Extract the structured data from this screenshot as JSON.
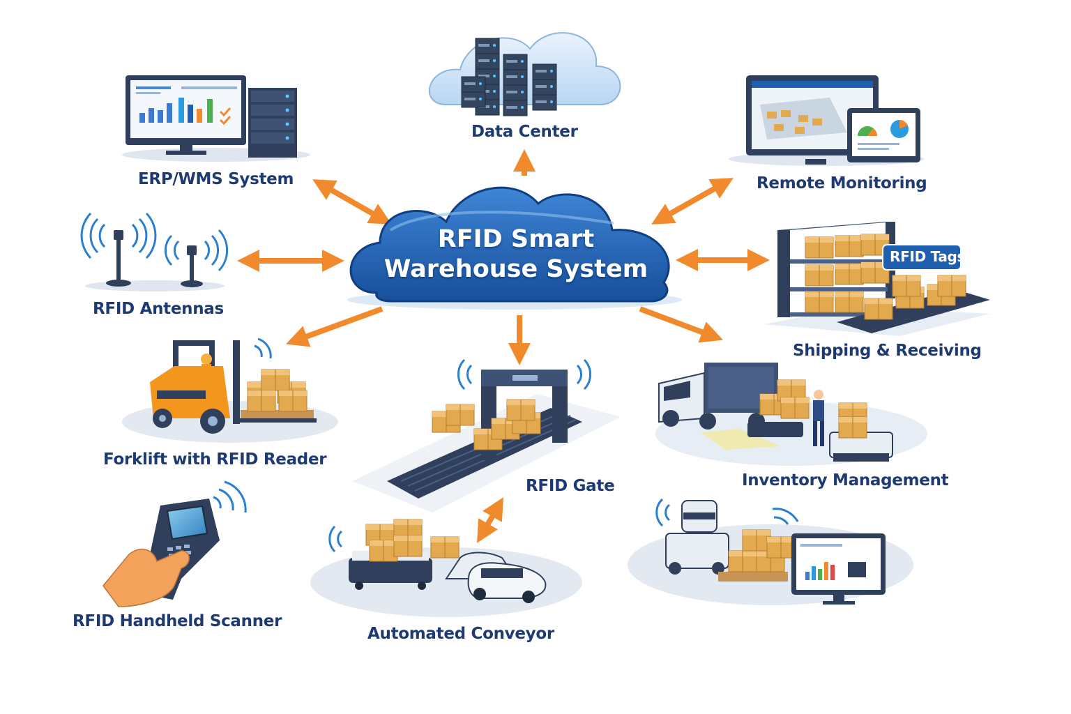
{
  "hub": {
    "line1": "RFID Smart",
    "line2": "Warehouse System"
  },
  "nodes": {
    "data_center": "Data Center",
    "erp_wms": "ERP/WMS System",
    "remote_monitoring": "Remote Monitoring",
    "rfid_antennas": "RFID Antennas",
    "shipping_receiving": "Shipping & Receiving",
    "rfid_tags": "RFID Tags",
    "forklift": "Forklift with RFID Reader",
    "rfid_gate": "RFID Gate",
    "inventory_management": "Inventory Management",
    "handheld_scanner": "RFID Handheld Scanner",
    "automated_conveyor": "Automated Conveyor"
  },
  "colors": {
    "hub_blue": "#1f5fb0",
    "arrow_orange": "#f08a2c",
    "label_navy": "#1d3a72",
    "box_tan": "#e3a94f",
    "machine_dark": "#2f3f5c"
  },
  "connections": [
    {
      "from": "hub",
      "to": "data_center",
      "direction": "one-way"
    },
    {
      "from": "hub",
      "to": "erp_wms",
      "direction": "two-way"
    },
    {
      "from": "hub",
      "to": "remote_monitoring",
      "direction": "two-way"
    },
    {
      "from": "hub",
      "to": "rfid_antennas",
      "direction": "two-way"
    },
    {
      "from": "hub",
      "to": "shipping_receiving",
      "direction": "two-way"
    },
    {
      "from": "hub",
      "to": "forklift",
      "direction": "one-way"
    },
    {
      "from": "hub",
      "to": "rfid_gate",
      "direction": "one-way"
    },
    {
      "from": "hub",
      "to": "inventory_management",
      "direction": "one-way"
    },
    {
      "from": "rfid_gate",
      "to": "automated_conveyor",
      "direction": "two-way"
    }
  ]
}
